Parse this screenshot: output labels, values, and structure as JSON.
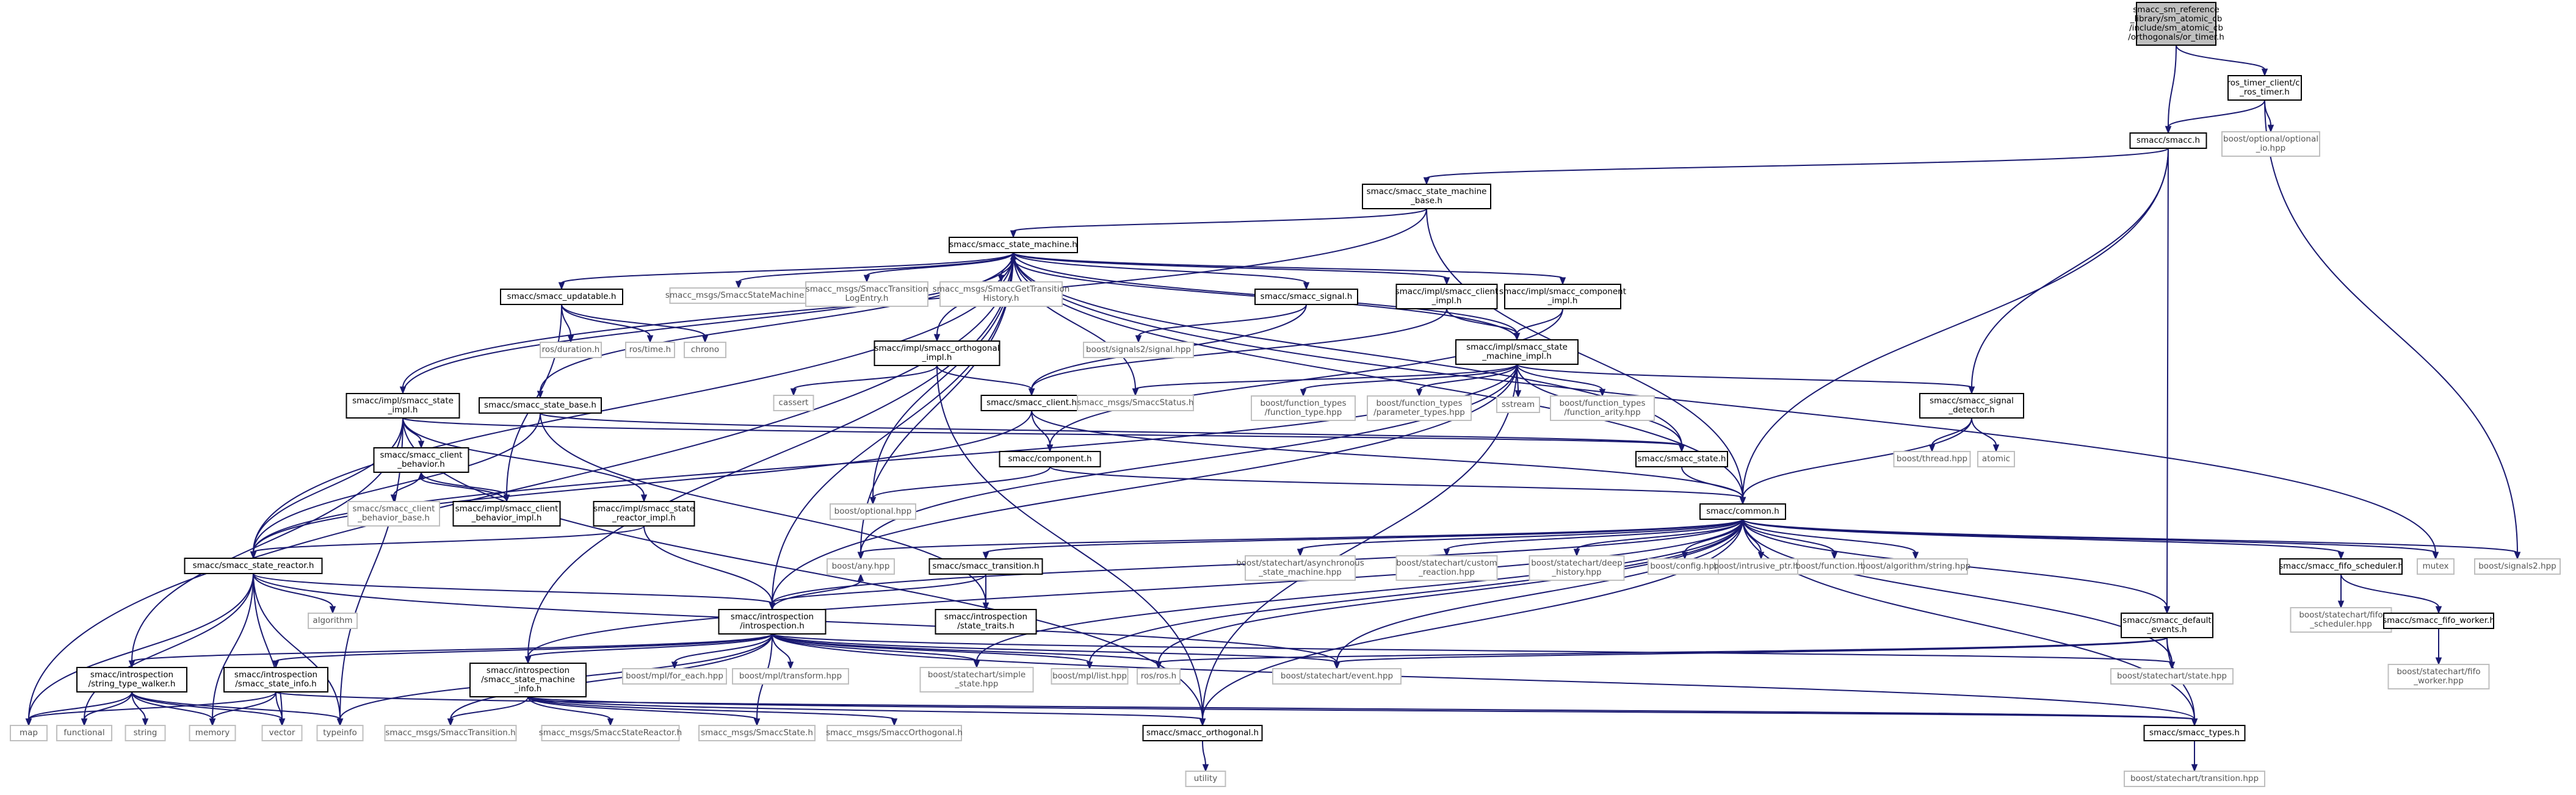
{
  "diagram": {
    "title": "smacc_sm_reference_library/sm_atomic_cb/include/sm_atomic_cb/orthogonals/or_timer.h",
    "colors": {
      "edge": "#191970",
      "node_border": "#000000",
      "root_fill": "#bfbfbf",
      "external_border": "#bfbfbf",
      "external_text": "#555555"
    },
    "nodes": {
      "root": [
        "smacc_sm_reference",
        "_library/sm_atomic_cb",
        "/include/sm_atomic_cb",
        "/orthogonals/or_timer.h"
      ],
      "ros_timer_client": [
        "ros_timer_client/cl",
        "_ros_timer.h"
      ],
      "smacc_h": [
        "smacc/smacc.h"
      ],
      "boost_opt_io": [
        "boost/optional/optional",
        "_io.hpp"
      ],
      "sm_base": [
        "smacc/smacc_state_machine",
        "_base.h"
      ],
      "state_machine_h": [
        "smacc/smacc_state_machine.h"
      ],
      "updatable_h": [
        "smacc/smacc_updatable.h"
      ],
      "msgs_sm": [
        "smacc_msgs/SmaccStateMachine.h"
      ],
      "msgs_translog": [
        "smacc_msgs/SmaccTransition",
        "LogEntry.h"
      ],
      "msgs_gettrans": [
        "smacc_msgs/SmaccGetTransition",
        "History.h"
      ],
      "signal_h": [
        "smacc/smacc_signal.h"
      ],
      "impl_client": [
        "smacc/impl/smacc_client",
        "_impl.h"
      ],
      "impl_component": [
        "smacc/impl/smacc_component",
        "_impl.h"
      ],
      "ros_duration": [
        "ros/duration.h"
      ],
      "ros_time": [
        "ros/time.h"
      ],
      "chrono": [
        "chrono"
      ],
      "impl_orthogonal": [
        "smacc/impl/smacc_orthogonal",
        "_impl.h"
      ],
      "boost_signal": [
        "boost/signals2/signal.hpp"
      ],
      "impl_sm": [
        "smacc/impl/smacc_state",
        "_machine_impl.h"
      ],
      "cassert": [
        "cassert"
      ],
      "smacc_client_h": [
        "smacc/smacc_client.h"
      ],
      "msgs_status": [
        "smacc_msgs/SmaccStatus.h"
      ],
      "ft_type": [
        "boost/function_types",
        "/function_type.hpp"
      ],
      "ft_param": [
        "boost/function_types",
        "/parameter_types.hpp"
      ],
      "sstream": [
        "sstream"
      ],
      "ft_arity": [
        "boost/function_types",
        "/function_arity.hpp"
      ],
      "signal_detector": [
        "smacc/smacc_signal",
        "_detector.h"
      ],
      "impl_state": [
        "smacc/impl/smacc_state",
        "_impl.h"
      ],
      "state_base": [
        "smacc/smacc_state_base.h"
      ],
      "state_h": [
        "smacc/smacc_state.h"
      ],
      "boost_thread": [
        "boost/thread.hpp"
      ],
      "atomic": [
        "atomic"
      ],
      "client_behavior": [
        "smacc/smacc_client",
        "_behavior.h"
      ],
      "component_h": [
        "smacc/component.h"
      ],
      "cb_base": [
        "smacc/smacc_client",
        "_behavior_base.h"
      ],
      "impl_cb": [
        "smacc/impl/smacc_client",
        "_behavior_impl.h"
      ],
      "impl_sr": [
        "smacc/impl/smacc_state",
        "_reactor_impl.h"
      ],
      "boost_optional": [
        "boost/optional.hpp"
      ],
      "common_h": [
        "smacc/common.h"
      ],
      "state_reactor": [
        "smacc/smacc_state_reactor.h"
      ],
      "boost_any": [
        "boost/any.hpp"
      ],
      "transition_h": [
        "smacc/smacc_transition.h"
      ],
      "sc_async": [
        "boost/statechart/asynchronous",
        "_state_machine.hpp"
      ],
      "sc_custom": [
        "boost/statechart/custom",
        "_reaction.hpp"
      ],
      "sc_deep": [
        "boost/statechart/deep",
        "_history.hpp"
      ],
      "boost_config": [
        "boost/config.hpp"
      ],
      "intrusive": [
        "boost/intrusive_ptr.hpp"
      ],
      "boost_function": [
        "boost/function.hpp"
      ],
      "algo_string": [
        "boost/algorithm/string.hpp"
      ],
      "default_events": [
        "smacc/smacc_default",
        "_events.h"
      ],
      "fifo_scheduler_h": [
        "smacc/smacc_fifo_scheduler.h"
      ],
      "mutex": [
        "mutex"
      ],
      "signals2": [
        "boost/signals2.hpp"
      ],
      "algorithm": [
        "algorithm"
      ],
      "introspection": [
        "smacc/introspection",
        "/introspection.h"
      ],
      "state_traits": [
        "smacc/introspection",
        "/state_traits.h"
      ],
      "sc_fifo_sched": [
        "boost/statechart/fifo",
        "_scheduler.hpp"
      ],
      "fifo_worker_h": [
        "smacc/smacc_fifo_worker.h"
      ],
      "stw": [
        "smacc/introspection",
        "/string_type_walker.h"
      ],
      "ssi": [
        "smacc/introspection",
        "/smacc_state_info.h"
      ],
      "smi": [
        "smacc/introspection",
        "/smacc_state_machine",
        "_info.h"
      ],
      "for_each": [
        "boost/mpl/for_each.hpp"
      ],
      "transform": [
        "boost/mpl/transform.hpp"
      ],
      "simple_state": [
        "boost/statechart/simple",
        "_state.hpp"
      ],
      "mpl_list": [
        "boost/mpl/list.hpp"
      ],
      "ros_h": [
        "ros/ros.h"
      ],
      "sc_event": [
        "boost/statechart/event.hpp"
      ],
      "sc_state": [
        "boost/statechart/state.hpp"
      ],
      "sc_fifo_worker": [
        "boost/statechart/fifo",
        "_worker.hpp"
      ],
      "map": [
        "map"
      ],
      "functional": [
        "functional"
      ],
      "string": [
        "string"
      ],
      "memory": [
        "memory"
      ],
      "vector": [
        "vector"
      ],
      "typeinfo": [
        "typeinfo"
      ],
      "msgs_trans": [
        "smacc_msgs/SmaccTransition.h"
      ],
      "msgs_reactor": [
        "smacc_msgs/SmaccStateReactor.h"
      ],
      "msgs_state": [
        "smacc_msgs/SmaccState.h"
      ],
      "msgs_orth": [
        "smacc_msgs/SmaccOrthogonal.h"
      ],
      "orthogonal_h": [
        "smacc/smacc_orthogonal.h"
      ],
      "types_h": [
        "smacc/smacc_types.h"
      ],
      "utility": [
        "utility"
      ],
      "sc_transition": [
        "boost/statechart/transition.hpp"
      ]
    }
  }
}
